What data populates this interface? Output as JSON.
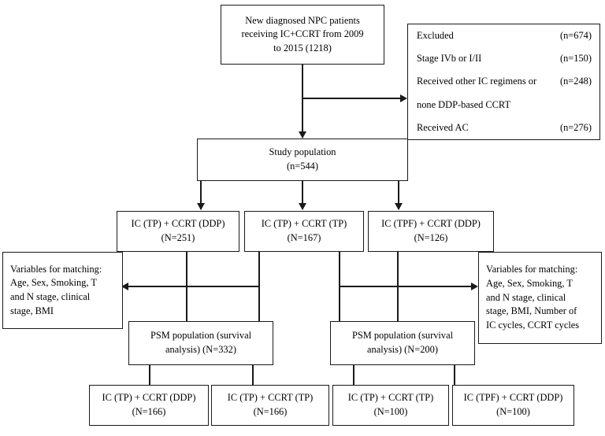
{
  "diagram": {
    "title": "NPC patient selection and propensity score matching flowchart",
    "stroke_color": "#1a1a1a",
    "background_color": "#ffffff"
  },
  "nodes": {
    "cohort": {
      "line1": "New diagnosed NPC patients",
      "line2": "receiving IC+CCRT from 2009",
      "line3": "to 2015 (1218)"
    },
    "excluded": {
      "rows": [
        {
          "label": "Excluded",
          "count": "(n=674)"
        },
        {
          "label": "Stage IVb or I/II",
          "count": "(n=150)"
        },
        {
          "label": "Received other IC regimens or",
          "count": "(n=248)"
        },
        {
          "label": "none DDP-based CCRT",
          "count": ""
        },
        {
          "label": "Received AC",
          "count": "(n=276)"
        }
      ]
    },
    "study_population": {
      "line1": "Study population",
      "line2": "(n=544)"
    },
    "group_a": {
      "line1": "IC (TP) + CCRT (DDP)",
      "line2": "(N=251)"
    },
    "group_b": {
      "line1": "IC (TP) + CCRT (TP)",
      "line2": "(N=167)"
    },
    "group_c": {
      "line1": "IC (TPF) + CCRT (DDP)",
      "line2": "(N=126)"
    },
    "variables_left": {
      "line1": "Variables for matching:",
      "line2": "Age, Sex, Smoking, T",
      "line3": "and N stage, clinical",
      "line4": "stage, BMI"
    },
    "variables_right": {
      "line1": "Variables for matching:",
      "line2": "Age, Sex, Smoking, T",
      "line3": "and N stage, clinical",
      "line4": "stage, BMI, Number of",
      "line5": "IC cycles, CCRT cycles"
    },
    "psm_left": {
      "line1": "PSM population (survival",
      "line2": "analysis) (N=332)"
    },
    "psm_right": {
      "line1": "PSM population (survival",
      "line2": "analysis) (N=200)"
    },
    "final_1": {
      "line1": "IC (TP) + CCRT (DDP)",
      "line2": "(N=166)"
    },
    "final_2": {
      "line1": "IC (TP) + CCRT (TP)",
      "line2": "(N=166)"
    },
    "final_3": {
      "line1": "IC (TP) + CCRT (TP)",
      "line2": "(N=100)"
    },
    "final_4": {
      "line1": "IC (TPF) + CCRT (DDP)",
      "line2": "(N=100)"
    }
  }
}
